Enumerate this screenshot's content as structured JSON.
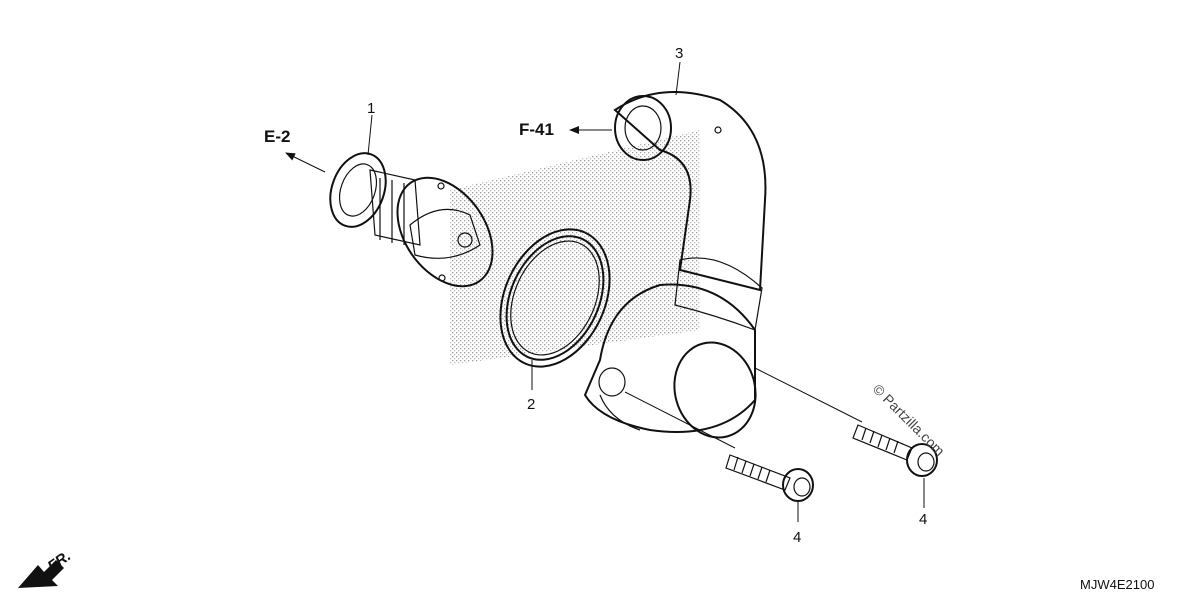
{
  "diagram": {
    "callouts": [
      {
        "id": "p1",
        "text": "1"
      },
      {
        "id": "p2",
        "text": "2"
      },
      {
        "id": "p3",
        "text": "3"
      },
      {
        "id": "p4a",
        "text": "4"
      },
      {
        "id": "p4b",
        "text": "4"
      }
    ],
    "references": {
      "e2": "E-2",
      "f41": "F-41"
    },
    "front_indicator": "FR.",
    "diagram_code": "MJW4E2100",
    "watermark": "© Partzilla.com"
  },
  "colors": {
    "line": "#111111",
    "stipple": "#9a9a9a",
    "background": "#ffffff"
  }
}
